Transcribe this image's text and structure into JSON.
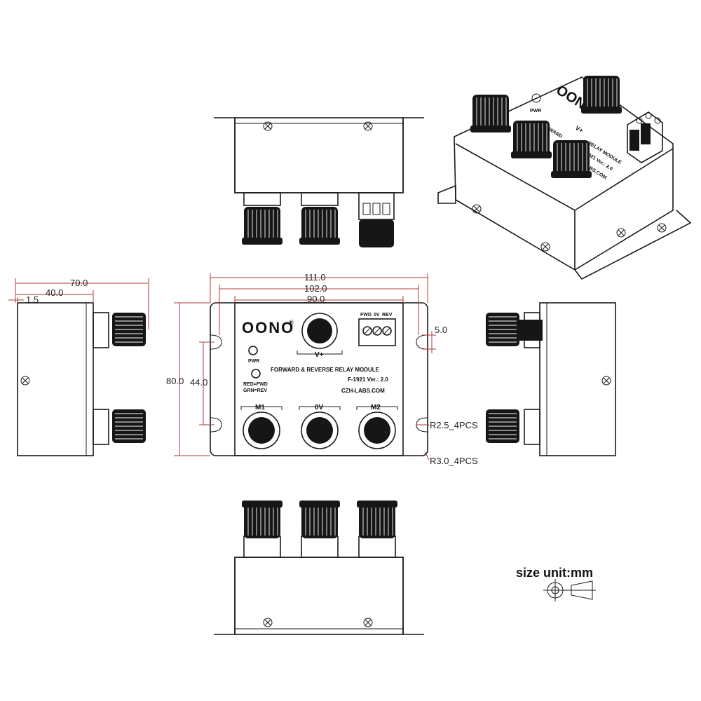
{
  "dimensions": {
    "d_70": "70.0",
    "d_40": "40.0",
    "d_1_5": "1.5",
    "d_111": "111.0",
    "d_102": "102.0",
    "d_90": "90.0",
    "d_80": "80.0",
    "d_44": "44.0",
    "d_5": "5.0",
    "d_r25": "R2.5_4PCS",
    "d_r30": "R3.0_4PCS"
  },
  "panel": {
    "brand": "OONO",
    "trademark": "®",
    "pwr": "PWR",
    "vplus": "V+",
    "fwd": "FWD",
    "zero_v": "0V",
    "rev": "REV",
    "title": "FORWARD & REVERSE RELAY MODULE",
    "model": "F-1921 Ver.: 2.0",
    "site": "CZH-LABS.COM",
    "legend_red": "RED=FWD",
    "legend_grn": "GRN=REV",
    "m1": "M1",
    "ov": "0V",
    "m2": "M2"
  },
  "iso": {
    "brand": "OONO",
    "pwr": "PWR",
    "vplus": "V+",
    "forward": "FORWARD",
    "relay_module": "RELAY MODULE",
    "ver": "1921 Ver.: 2.0",
    "site": "LABS.COM"
  },
  "unit_note": "size unit:mm"
}
